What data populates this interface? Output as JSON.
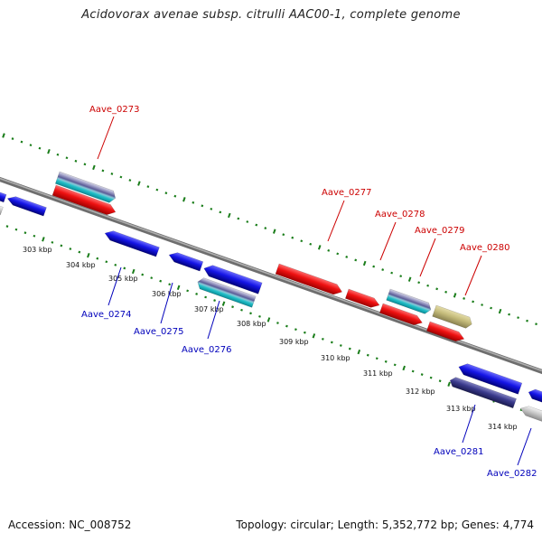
{
  "title": "Acidovorax avenae subsp. citrulli AAC00-1, complete genome",
  "footer": {
    "accession": "Accession: NC_008752",
    "stats": "Topology: circular; Length: 5,352,772 bp; Genes: 4,774"
  },
  "colors": {
    "backbone": "#888888",
    "tick": "#1a7d1a",
    "forward_label": "#cc0000",
    "reverse_label": "#0000bb",
    "red_gene": "#ee1111",
    "blue_gene": "#1515e6",
    "navy_gene": "#3a3a8c",
    "olive_gene": "#c4bb7a",
    "gray_gene": "#c8c8c8",
    "cyan_band": "#20c0c8"
  },
  "kbp_labels": [
    "303 kbp",
    "304 kbp",
    "305 kbp",
    "306 kbp",
    "307 kbp",
    "308 kbp",
    "309 kbp",
    "310 kbp",
    "311 kbp",
    "312 kbp",
    "313 kbp",
    "314 kbp"
  ],
  "genes": [
    {
      "id": "g0",
      "color": "blue",
      "strand": "minus",
      "label": ""
    },
    {
      "id": "g1",
      "color": "blue",
      "strand": "minus",
      "label": ""
    },
    {
      "id": "g2",
      "color": "gray",
      "strand": "minus",
      "label": ""
    },
    {
      "id": "g3",
      "color": "multi",
      "strand": "plus",
      "label": ""
    },
    {
      "id": "g4",
      "color": "red",
      "strand": "plus",
      "label": "Aave_0273"
    },
    {
      "id": "g5",
      "color": "blue",
      "strand": "minus",
      "label": "Aave_0274"
    },
    {
      "id": "g6",
      "color": "blue",
      "strand": "minus",
      "label": "Aave_0275"
    },
    {
      "id": "g7",
      "color": "blue",
      "strand": "minus",
      "label": ""
    },
    {
      "id": "g8",
      "color": "multi",
      "strand": "minus",
      "label": "Aave_0276"
    },
    {
      "id": "g9",
      "color": "red",
      "strand": "plus",
      "label": "Aave_0277"
    },
    {
      "id": "g10",
      "color": "red",
      "strand": "plus",
      "label": "Aave_0278"
    },
    {
      "id": "g11",
      "color": "multi",
      "strand": "plus",
      "label": "Aave_0279"
    },
    {
      "id": "g12",
      "color": "red",
      "strand": "plus",
      "label": ""
    },
    {
      "id": "g13",
      "color": "olive",
      "strand": "plus",
      "label": "Aave_0280"
    },
    {
      "id": "g14",
      "color": "red",
      "strand": "plus",
      "label": ""
    },
    {
      "id": "g15",
      "color": "blue",
      "strand": "minus",
      "label": "Aave_0281"
    },
    {
      "id": "g16",
      "color": "navy",
      "strand": "minus",
      "label": ""
    },
    {
      "id": "g17",
      "color": "blue",
      "strand": "minus",
      "label": ""
    },
    {
      "id": "g18",
      "color": "gray",
      "strand": "minus",
      "label": "Aave_0282"
    }
  ]
}
